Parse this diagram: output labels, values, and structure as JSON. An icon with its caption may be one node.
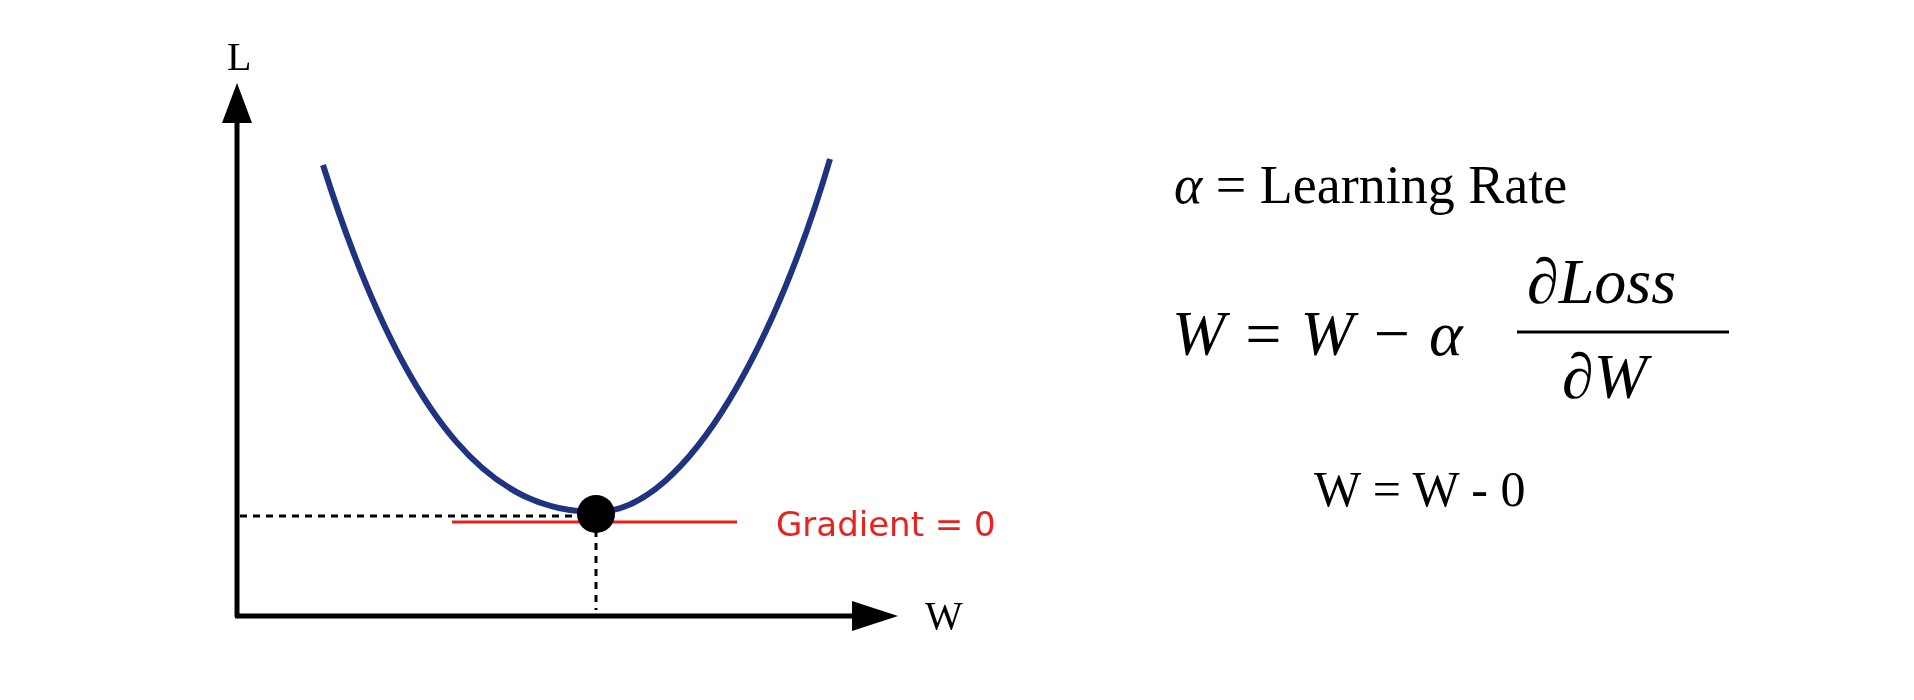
{
  "diagram": {
    "labels": [
      "L",
      "*α* = Learning Rate",
      "W = W − α",
      "∂Loss",
      "∂W",
      "W = W - 0",
      "Gradient = 0",
      "W"
    ]
  }
}
